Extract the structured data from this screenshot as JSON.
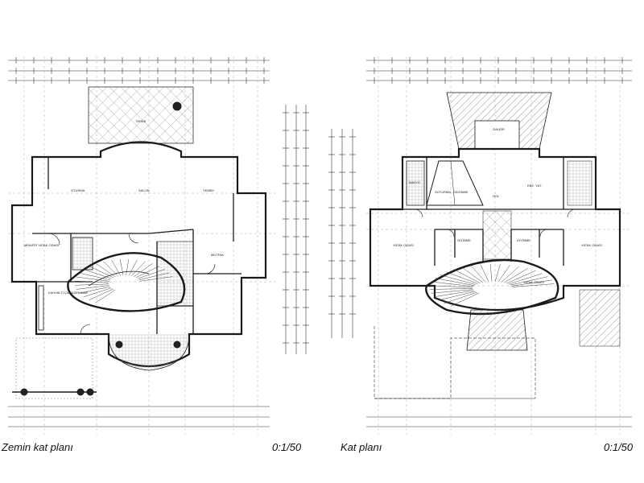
{
  "sheet": {
    "left_plan": {
      "caption": "Zemin kat planı",
      "scale": "0:1/50",
      "rooms": {
        "teras": "TERAS",
        "oturma": "OTURMA",
        "salon": "SALON",
        "yemek": "YEMEK",
        "misafir": "MİSAFİR YATAK ODASI",
        "kahvalti": "KAHVALTI ÇAMAŞIRHANE",
        "mutfak": "MUTFAK"
      }
    },
    "right_plan": {
      "caption": "Kat planı",
      "scale": "0:1/50",
      "rooms": {
        "galeri": "GALERİ",
        "banyo": "BANYO",
        "sofa": "SOTURMA - GEZİNME",
        "ebeveyn": "EBE. YAT.",
        "yatak_left": "YATAK ODASI",
        "yatak_right": "YATAK ODASI",
        "giyinme_l": "GİYİNME",
        "giyinme_r": "GİYİNME",
        "hol": "HOL",
        "yatak_lower": "YATAK ODASI"
      }
    }
  },
  "colors": {
    "paper": "#ffffff",
    "ink": "#1a1a1a",
    "faint": "#8a8a8a"
  }
}
